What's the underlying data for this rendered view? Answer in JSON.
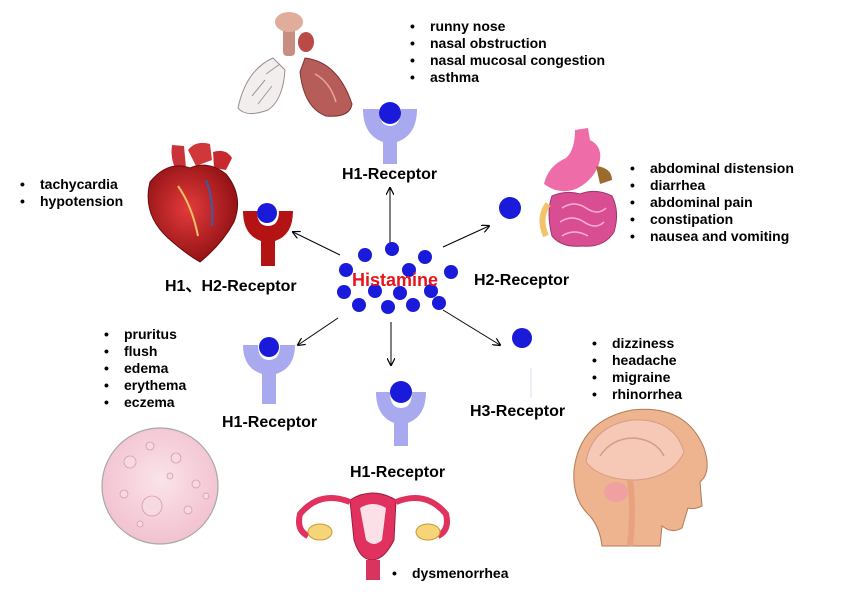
{
  "center": {
    "label": "Histamine"
  },
  "nodes": {
    "lung": {
      "receptor_label": "H1-Receptor",
      "symptoms": [
        "runny nose",
        "nasal obstruction",
        "nasal mucosal congestion",
        "asthma"
      ]
    },
    "heart": {
      "receptor_label": "H1、H2-Receptor",
      "symptoms": [
        "tachycardia",
        "hypotension"
      ]
    },
    "gut": {
      "receptor_label": "H2-Receptor",
      "symptoms": [
        "abdominal distension",
        "diarrhea",
        "abdominal pain",
        "constipation",
        "nausea and vomiting"
      ]
    },
    "skin": {
      "receptor_label": "H1-Receptor",
      "symptoms": [
        "pruritus",
        "flush",
        "edema",
        "erythema",
        "eczema"
      ]
    },
    "uterus": {
      "receptor_label": "H1-Receptor",
      "symptoms": [
        "dysmenorrhea"
      ]
    },
    "brain": {
      "receptor_label": "H3-Receptor",
      "symptoms": [
        "dizziness",
        "headache",
        "migraine",
        "rhinorrhea"
      ]
    }
  },
  "colors": {
    "histamine_ball": "#1a1adb",
    "receptor_h1": "#a9a9ef",
    "receptor_h1h2": "#b31312",
    "center_text": "#e8141c"
  }
}
